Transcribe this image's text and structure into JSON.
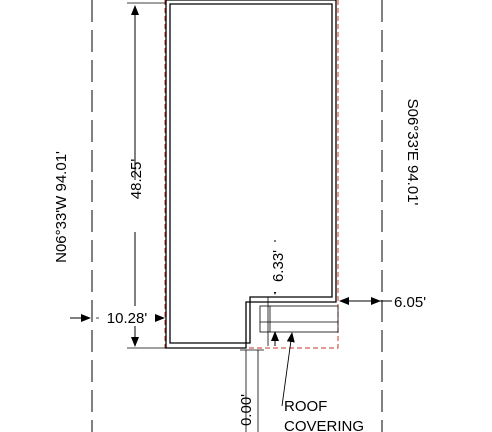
{
  "drawing": {
    "left_bearing": "N06°33'W 94.01'",
    "right_bearing": "S06°33'E 94.01'",
    "dim_height": "48.25'",
    "dim_left_offset": "10.28'",
    "dim_notch": "6.33'",
    "dim_right_offset": "6.05'",
    "dim_bottom": "0.00'",
    "note_line1": "ROOF",
    "note_line2": "COVERING"
  },
  "colors": {
    "line": "#000000",
    "property_line": "#c0392b",
    "background": "#ffffff"
  }
}
